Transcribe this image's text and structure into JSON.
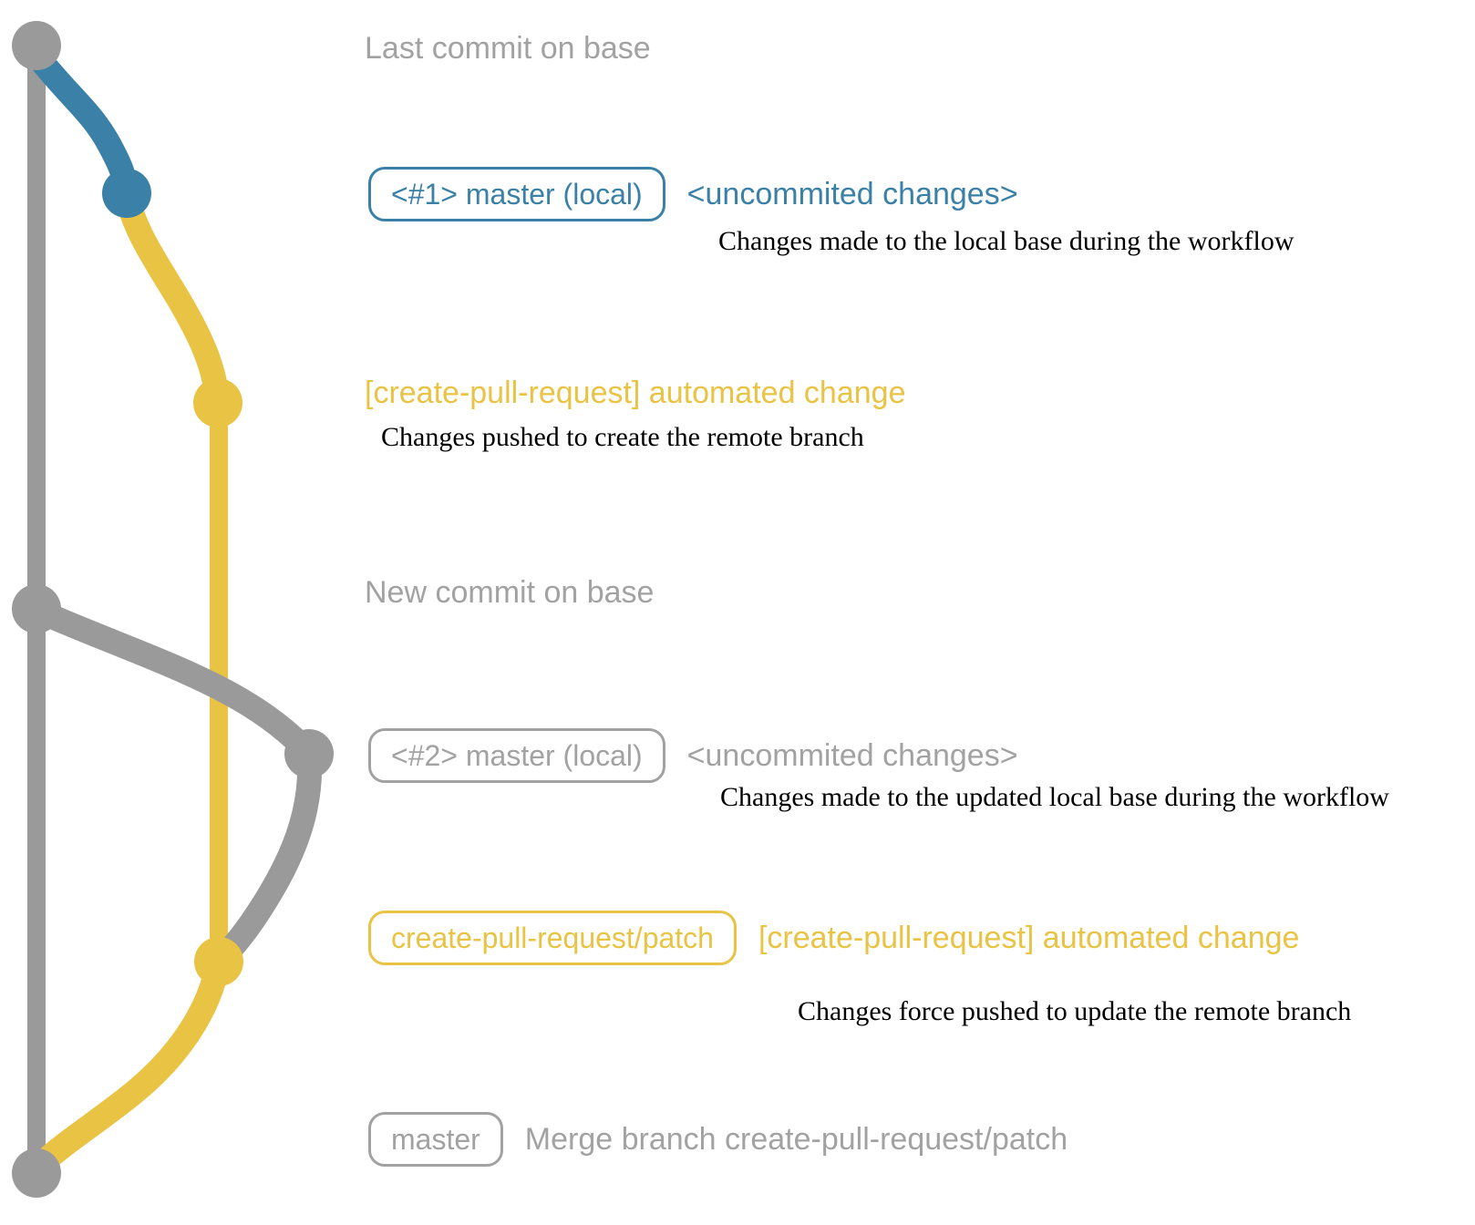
{
  "colors": {
    "gray": "#9a9a9a",
    "gray_text": "#a2a2a2",
    "blue": "#3a80a7",
    "yellow": "#e9c344",
    "note": "#000000"
  },
  "rows": {
    "last_commit": {
      "message": "Last commit on base"
    },
    "commit1": {
      "badge": "<#1> master (local)",
      "headline": "<uncommited changes>",
      "note": "Changes made to the local base during the workflow"
    },
    "push1": {
      "headline": "[create-pull-request] automated change",
      "note": "Changes pushed to create the remote branch"
    },
    "new_commit": {
      "message": "New commit on base"
    },
    "commit2": {
      "badge": "<#2> master (local)",
      "headline": "<uncommited changes>",
      "note": "Changes made to the updated local base during the workflow"
    },
    "push2": {
      "badge": "create-pull-request/patch",
      "headline": "[create-pull-request] automated change",
      "note": "Changes force pushed to update the remote branch"
    },
    "merge": {
      "badge": "master",
      "headline": "Merge branch create-pull-request/patch"
    }
  }
}
